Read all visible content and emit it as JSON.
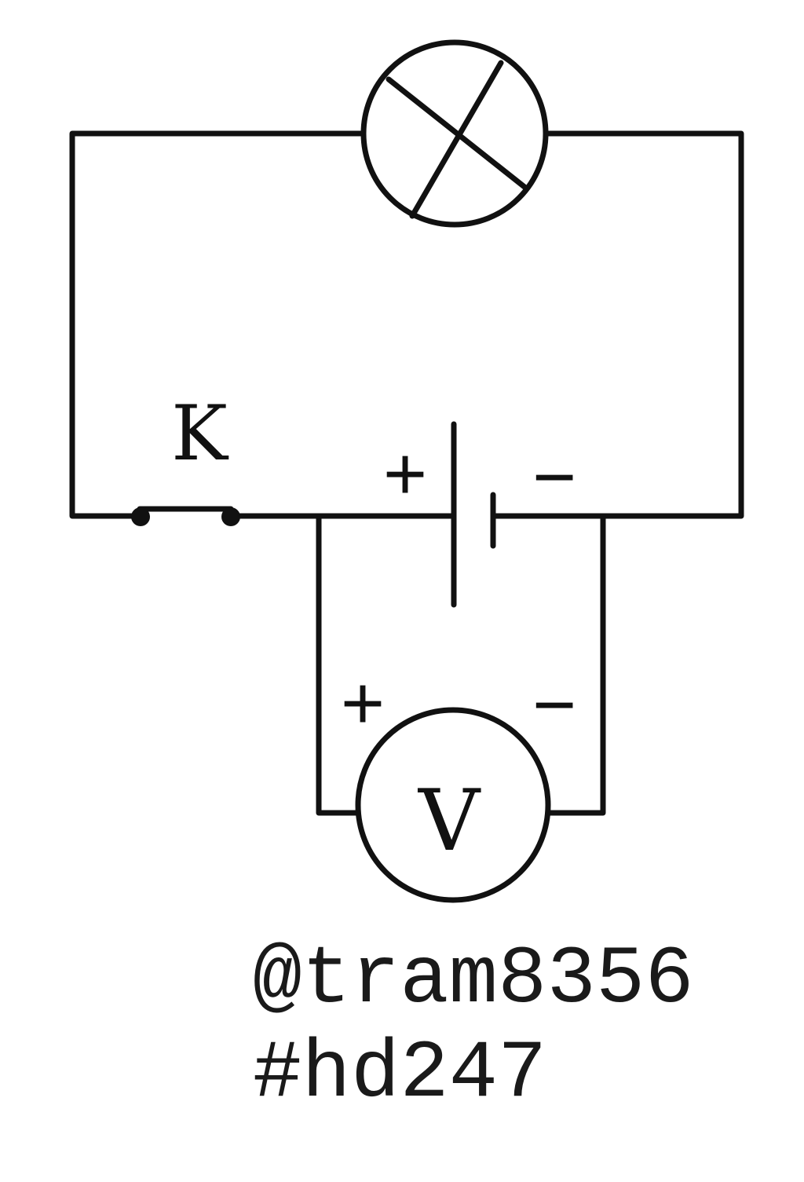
{
  "diagram": {
    "switch_label": "K",
    "voltmeter_label": "V",
    "battery": {
      "plus": "+",
      "minus": "−"
    },
    "voltmeter": {
      "plus": "+",
      "minus": "−"
    }
  },
  "watermark": {
    "handle": "@tram8356",
    "tag": "#hd247"
  },
  "colors": {
    "stroke": "#111111",
    "background": "#ffffff"
  }
}
